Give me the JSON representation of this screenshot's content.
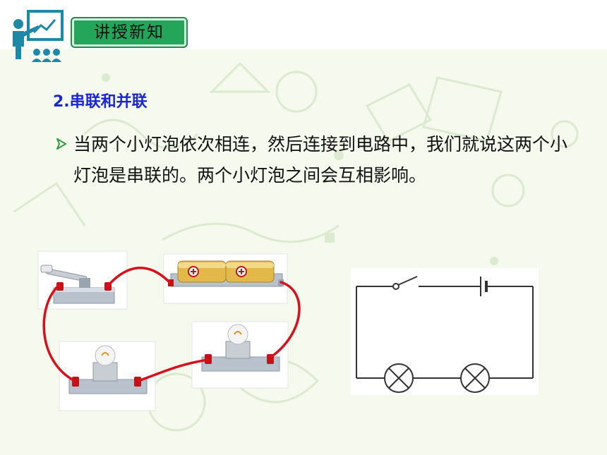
{
  "header": {
    "badge_label": "讲授新知",
    "teacher_icon": "teacher-presentation-icon"
  },
  "content": {
    "subheading": "2.串联和并联",
    "bullet_icon": "arrow-right-icon",
    "paragraph": "当两个小灯泡依次相连，然后连接到电路中，我们就说这两个小灯泡是串联的。两个小灯泡之间会互相影响。"
  },
  "figures": {
    "photo": "series-circuit-photo",
    "schematic": "series-circuit-schematic"
  },
  "colors": {
    "badge_green": "#23a55a",
    "subheading_blue": "#1a25d8",
    "wire_red": "#d8101c",
    "icon_teal": "#1e89a6"
  }
}
